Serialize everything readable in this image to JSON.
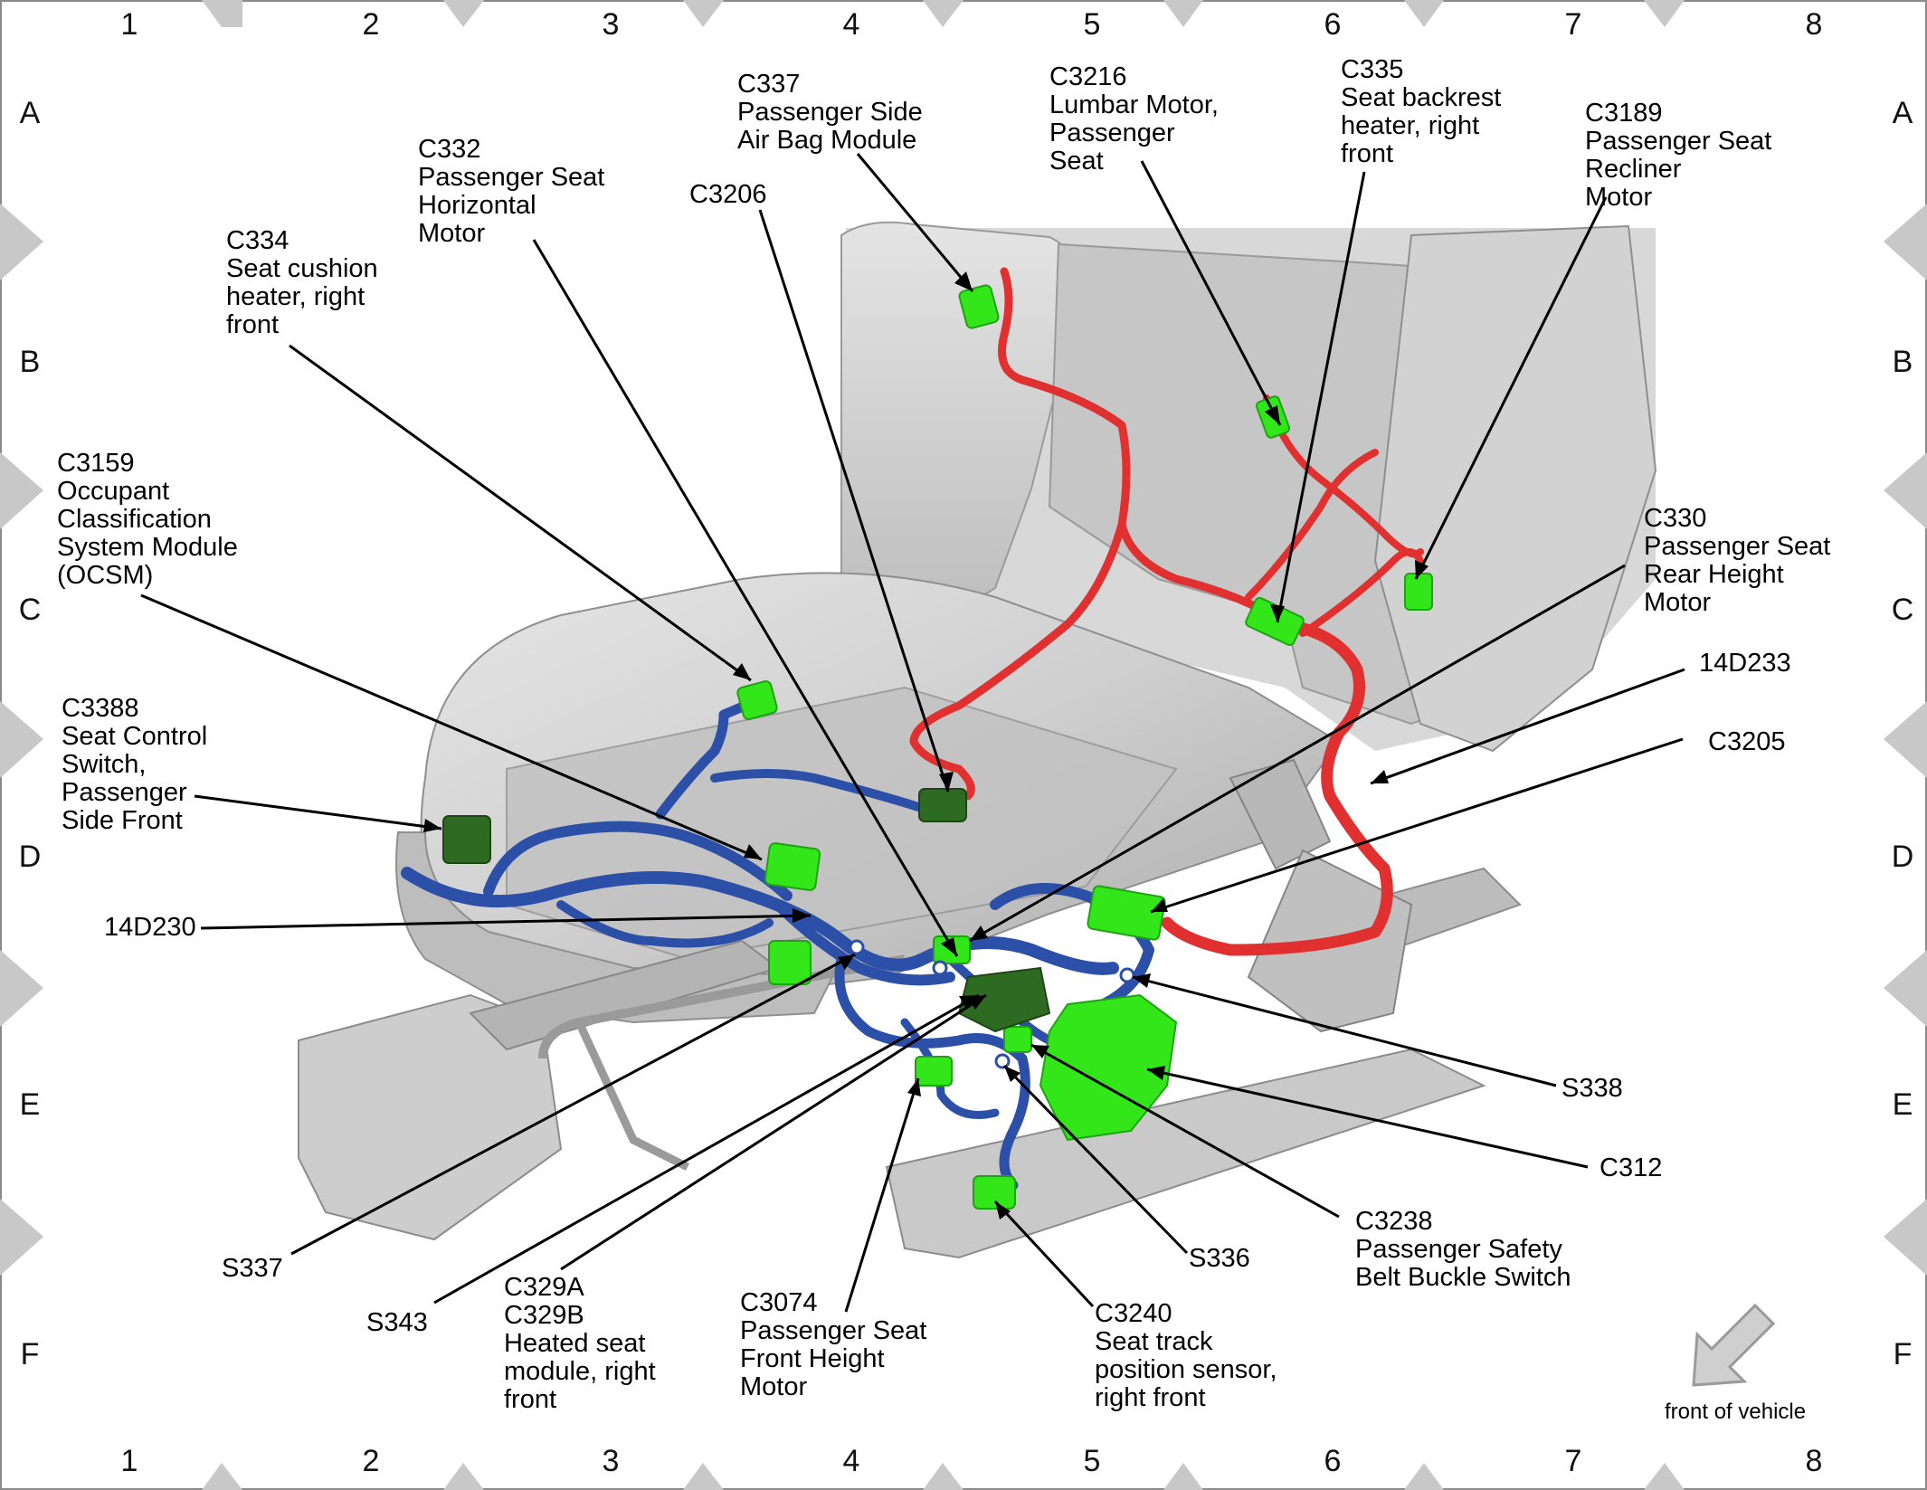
{
  "grid": {
    "columns": [
      "1",
      "2",
      "3",
      "4",
      "5",
      "6",
      "7",
      "8"
    ],
    "rows": [
      "A",
      "B",
      "C",
      "D",
      "E",
      "F"
    ]
  },
  "colors": {
    "seat": "#cfcfcf",
    "seat_dark": "#a8a8a8",
    "harness_red": "#e03030",
    "harness_blue": "#2c4fa8",
    "connector_green": "#33e61a",
    "module_dark_green": "#2e6b22",
    "frame_diamond": "#c8c8c8"
  },
  "callouts": {
    "c337": [
      "C337",
      "Passenger Side",
      "Air Bag Module"
    ],
    "c3216": [
      "C3216",
      "Lumbar Motor,",
      "Passenger",
      "Seat"
    ],
    "c335": [
      "C335",
      "Seat backrest",
      "heater, right",
      "front"
    ],
    "c3189": [
      "C3189",
      "Passenger Seat",
      "Recliner",
      "Motor"
    ],
    "c332": [
      "C332",
      "Passenger Seat",
      "Horizontal",
      "Motor"
    ],
    "c3206": [
      "C3206"
    ],
    "c334": [
      "C334",
      "Seat cushion",
      "heater, right",
      "front"
    ],
    "c3159": [
      "C3159",
      "Occupant",
      "Classification",
      "System Module",
      "(OCSM)"
    ],
    "c330": [
      "C330",
      "Passenger Seat",
      "Rear Height",
      "Motor"
    ],
    "w14d233": [
      "14D233"
    ],
    "c3205": [
      "C3205"
    ],
    "c3388": [
      "C3388",
      "Seat Control",
      "Switch,",
      "Passenger",
      "Side Front"
    ],
    "w14d230": [
      "14D230"
    ],
    "s338": [
      "S338"
    ],
    "c312": [
      "C312"
    ],
    "c3238": [
      "C3238",
      "Passenger Safety",
      "Belt Buckle Switch"
    ],
    "s336": [
      "S336"
    ],
    "c3240": [
      "C3240",
      "Seat track",
      "position sensor,",
      "right front"
    ],
    "c3074": [
      "C3074",
      "Passenger Seat",
      "Front Height",
      "Motor"
    ],
    "c329": [
      "C329A",
      "C329B",
      "Heated seat",
      "module, right",
      "front"
    ],
    "s343": [
      "S343"
    ],
    "s337": [
      "S337"
    ]
  },
  "front_of_vehicle": {
    "label": "front of vehicle",
    "icon": "arrow-down-left-icon"
  }
}
